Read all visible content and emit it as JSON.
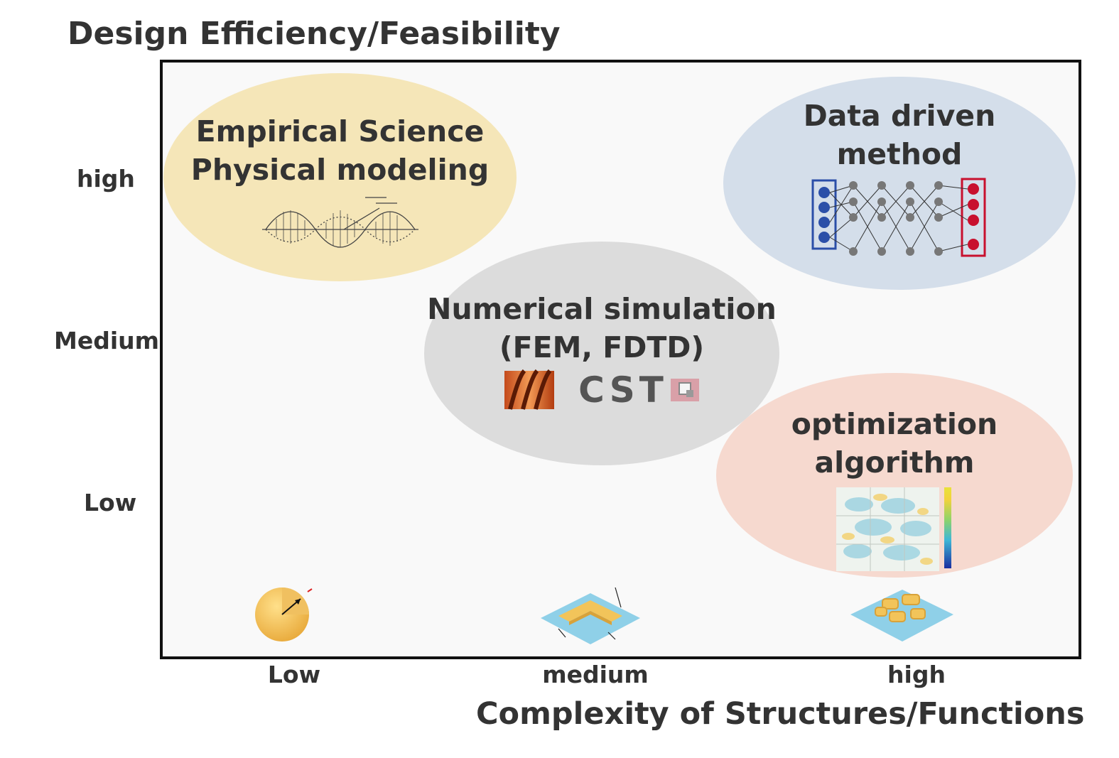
{
  "y_axis": {
    "title": "Design Efficiency/Feasibility",
    "levels": [
      "high",
      "Medium",
      "Low"
    ]
  },
  "x_axis": {
    "title": "Complexity of Structures/Functions",
    "levels": [
      "Low",
      "medium",
      "high"
    ]
  },
  "regions": {
    "empirical": {
      "line1": "Empirical Science",
      "line2": "Physical modeling",
      "illustration": "wave-sketch-icon",
      "color": "#f5e6b8"
    },
    "numerical": {
      "line1": "Numerical simulation",
      "line2": "(FEM, FDTD)",
      "logo_text": "CST",
      "color": "#dcdcdc"
    },
    "data_driven": {
      "line1": "Data driven",
      "line2": "method",
      "illustration": "neural-network-icon",
      "color": "#d4deea"
    },
    "optimization": {
      "line1": "optimization",
      "line2": "algorithm",
      "illustration": "field-heatmap-icon",
      "color": "#f6d9cf"
    }
  },
  "structures": [
    "sphere-structure-icon",
    "l-shape-structure-icon",
    "freeform-structure-icon"
  ]
}
